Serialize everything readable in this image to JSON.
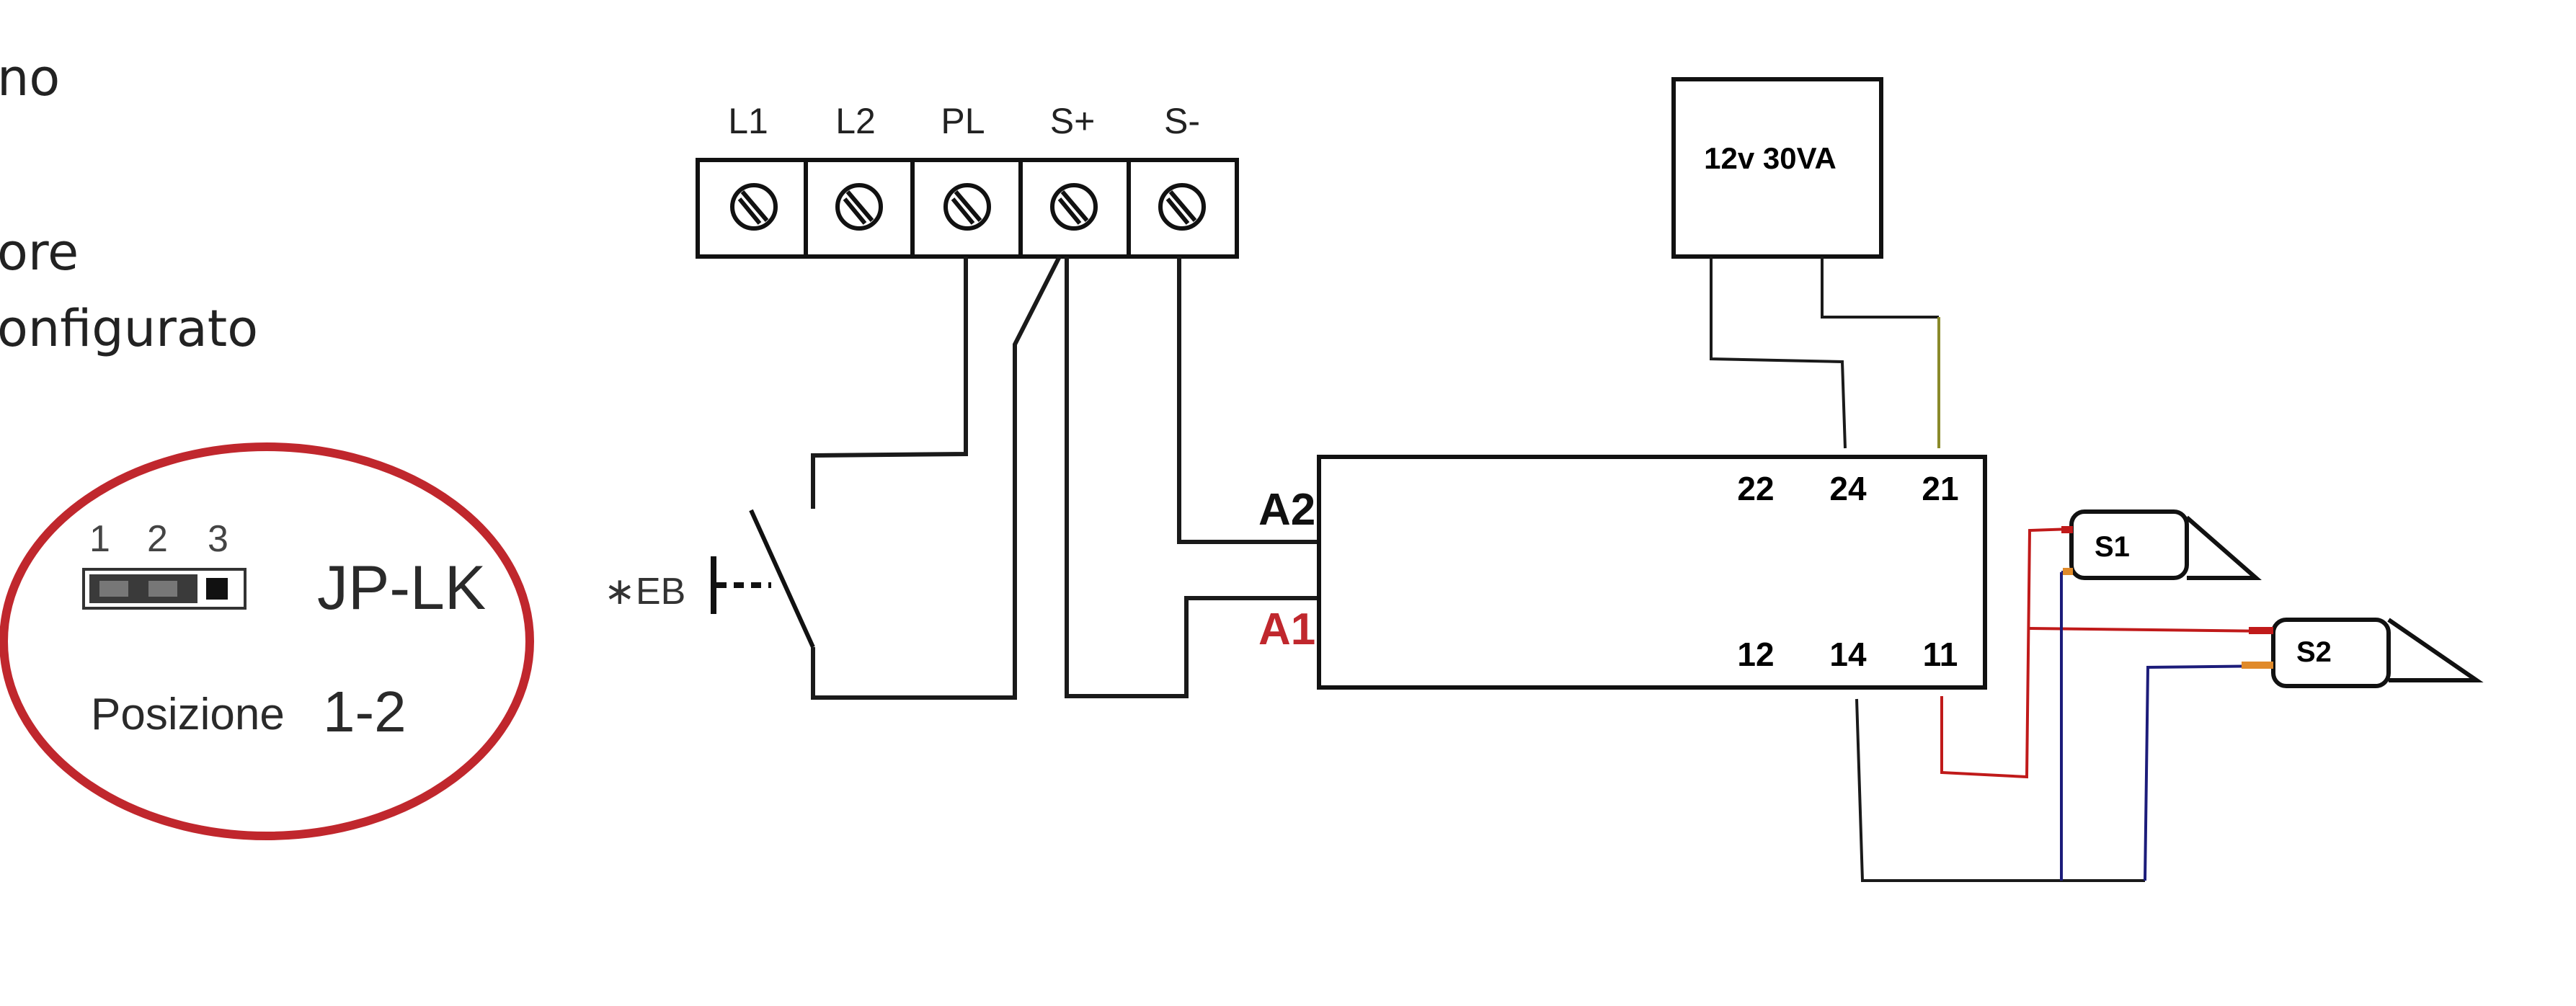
{
  "text_fragments": [
    "no",
    "ore",
    "onfigurato"
  ],
  "terminal_block": {
    "labels": [
      "L1",
      "L2",
      "PL",
      "S+",
      "S-"
    ]
  },
  "jumper": {
    "numbers": [
      "1",
      "2",
      "3"
    ],
    "name": "JP-LK",
    "position_label": "Posizione",
    "position_value": "1-2"
  },
  "button": {
    "label": "EB",
    "asterisk": "∗"
  },
  "power_supply": {
    "label": "12v 30VA"
  },
  "module": {
    "top_pins": [
      "22",
      "24",
      "21"
    ],
    "bottom_pins": [
      "12",
      "14",
      "11"
    ],
    "inputs": [
      "A2",
      "A1"
    ]
  },
  "sensors": [
    "S1",
    "S2"
  ],
  "colors": {
    "highlight_ellipse": "#c0272d",
    "a1_label": "#c0272d",
    "red_wire": "#c01a1a",
    "blue_wire": "#1c1c7a",
    "olive_wire": "#8a8a2a",
    "orange_tip": "#e08a2a"
  }
}
